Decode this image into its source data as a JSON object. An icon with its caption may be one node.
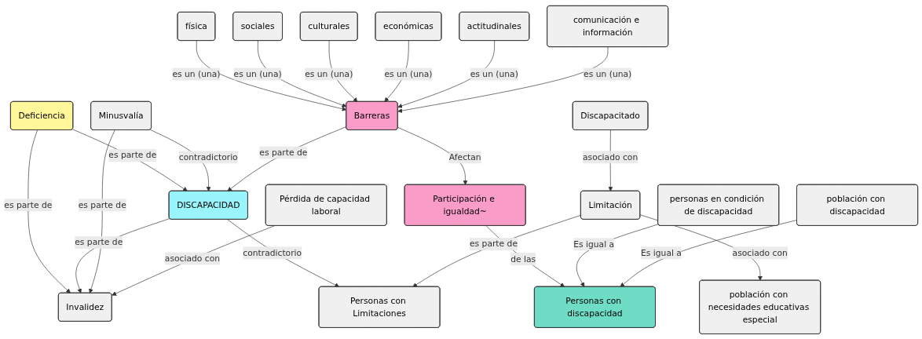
{
  "diagram": {
    "nodes": [
      {
        "text": [
          "Deficiencia"
        ]
      },
      {
        "text": [
          "DISCAPACIDAD"
        ]
      },
      {
        "text": [
          "Barreras"
        ]
      },
      {
        "text": [
          "física"
        ]
      },
      {
        "text": [
          "sociales"
        ]
      },
      {
        "text": [
          "culturales"
        ]
      },
      {
        "text": [
          "económicas"
        ]
      },
      {
        "text": [
          "actitudinales"
        ]
      },
      {
        "text": [
          "comunicación e información"
        ]
      },
      {
        "text": [
          "Invalidez"
        ]
      },
      {
        "text": [
          "Minusvalía"
        ]
      },
      {
        "text": [
          "Personas con Limitaciones"
        ]
      },
      {
        "text": [
          "Participación e igualdad~"
        ]
      },
      {
        "text": [
          "Limitación"
        ]
      },
      {
        "text": [
          "Pérdida de capacidad laboral"
        ]
      },
      {
        "text": [
          "Personas con discapacidad"
        ]
      },
      {
        "text": [
          "población con necesidades educativas especial"
        ]
      },
      {
        "text": [
          "Discapacitado"
        ]
      },
      {
        "text": [
          "personas en condición de discapacidad"
        ]
      },
      {
        "text": [
          "población con discapacidad"
        ]
      }
    ],
    "edges": [
      {
        "from": 0,
        "to": 1,
        "arrow": "to",
        "label": "es parte de"
      },
      {
        "from": 0,
        "to": 9,
        "arrow": "to",
        "label": "es parte de"
      },
      {
        "from": 1,
        "to": 9,
        "arrow": "to",
        "label": "es parte de"
      },
      {
        "from": 10,
        "to": 9,
        "arrow": "to",
        "label": "es parte de"
      },
      {
        "from": 10,
        "to": 1,
        "arrow": "to",
        "label": "contradictorio"
      },
      {
        "from": 1,
        "to": 11,
        "arrow": "to",
        "label": "contradictorio"
      },
      {
        "from": 2,
        "to": 1,
        "arrow": "to",
        "label": "es parte de"
      },
      {
        "from": 3,
        "to": 2,
        "arrow": "to",
        "label": "es un (una)"
      },
      {
        "from": 4,
        "to": 2,
        "arrow": "to",
        "label": "es un (una)"
      },
      {
        "from": 5,
        "to": 2,
        "arrow": "to",
        "label": "es un (una)"
      },
      {
        "from": 6,
        "to": 2,
        "arrow": "to",
        "label": "es un (una)"
      },
      {
        "from": 7,
        "to": 2,
        "arrow": "to",
        "label": "es un (una)"
      },
      {
        "from": 8,
        "to": 2,
        "arrow": "to",
        "label": "es un (una)"
      },
      {
        "from": 2,
        "to": 12,
        "arrow": "to",
        "label": "Afectan"
      },
      {
        "from": 14,
        "to": 9,
        "arrow": "to",
        "label": "asociado con"
      },
      {
        "from": 13,
        "to": 11,
        "arrow": "to",
        "label": "es parte de"
      },
      {
        "from": 13,
        "to": 16,
        "arrow": "to",
        "label": "asociado con"
      },
      {
        "from": 17,
        "to": 13,
        "arrow": "to",
        "label": "asociado con"
      },
      {
        "from": 12,
        "to": 15,
        "arrow": "to",
        "label": "de las"
      },
      {
        "from": 18,
        "to": 15,
        "arrow": "to",
        "label": "Es igual a"
      },
      {
        "from": 19,
        "to": 15,
        "arrow": "to",
        "label": "Es igual a"
      }
    ]
  }
}
